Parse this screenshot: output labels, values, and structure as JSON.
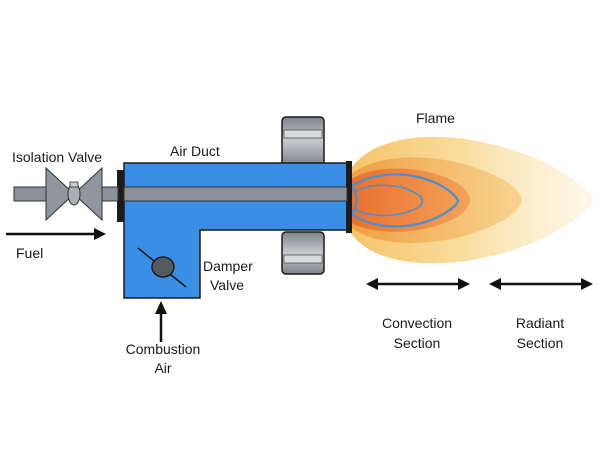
{
  "labels": {
    "isolation_valve": "Isolation Valve",
    "air_duct": "Air Duct",
    "flame": "Flame",
    "fuel": "Fuel",
    "damper_valve_line1": "Damper",
    "damper_valve_line2": "Valve",
    "combustion_air_line1": "Combustion",
    "combustion_air_line2": "Air",
    "convection_section_line1": "Convection",
    "convection_section_line2": "Section",
    "radiant_section_line1": "Radiant",
    "radiant_section_line2": "Section"
  },
  "colors": {
    "duct_fill": "#3a8ee6",
    "pipe": "#8a9199",
    "valve": "#8f969e",
    "flange": "#9aa0a6",
    "outline": "#1b1b1b",
    "flame_outer": "#fbe7b5",
    "flame_mid": "#f7c46c",
    "flame_inner": "#ef8a3a",
    "flame_core_outline": "#4b8fd1"
  }
}
